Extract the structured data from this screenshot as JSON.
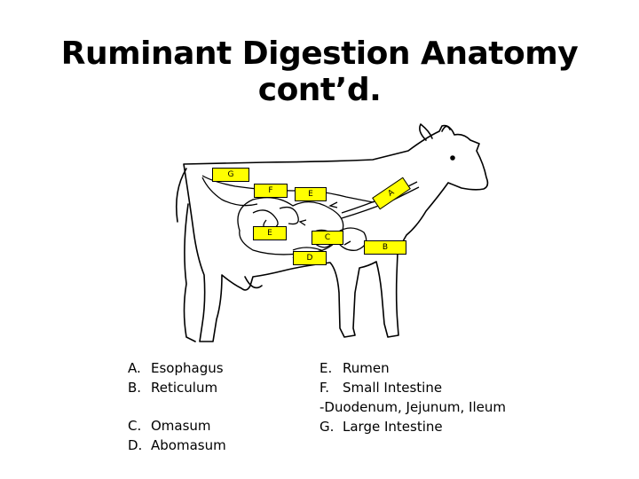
{
  "title": "Ruminant Digestion Anatomy cont’d.",
  "diagram_labels": {
    "g": "G",
    "f": "F",
    "e_upper": "E",
    "a": "A",
    "e_lower": "E",
    "c": "C",
    "b": "B",
    "d": "D"
  },
  "legend_left": {
    "a_key": "A.",
    "a_text": "Esophagus",
    "b_key": "B.",
    "b_text": "Reticulum",
    "c_key": "C.",
    "c_text": "Omasum",
    "d_key": "D.",
    "d_text": "Abomasum"
  },
  "legend_right": {
    "e_key": "E.",
    "e_text": "Rumen",
    "f_key": "F.",
    "f_text": "Small Intestine",
    "f_sub": "-Duodenum, Jejunum, Ileum",
    "g_key": "G.",
    "g_text": "Large Intestine"
  },
  "colors": {
    "label_fill": "#ffff00",
    "outline": "#000000"
  }
}
